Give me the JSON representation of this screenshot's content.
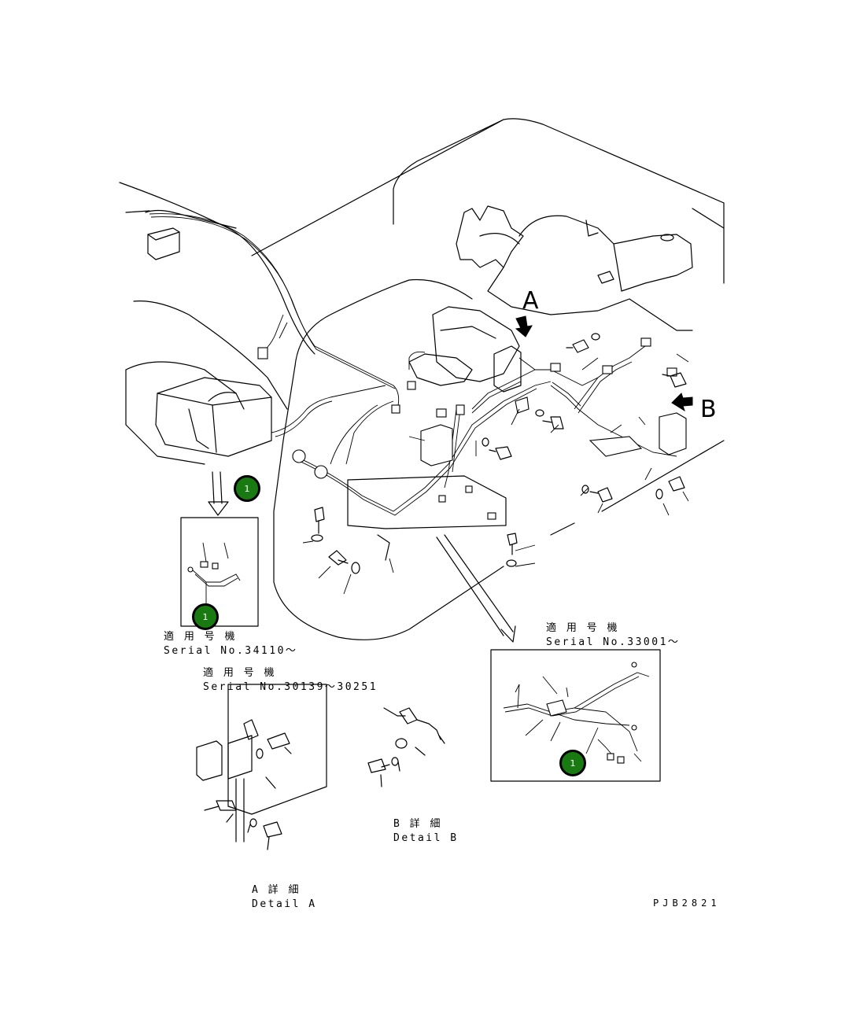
{
  "view_labels": {
    "a": "A",
    "b": "B"
  },
  "applicability": [
    {
      "jp": "適 用 号 機",
      "serial": "Serial No.34110～"
    },
    {
      "jp": "適 用 号 機",
      "serial": "Serial No.30139～30251"
    },
    {
      "jp": "適 用 号 機",
      "serial": "Serial No.33001～"
    }
  ],
  "details": {
    "a": {
      "jp": "A 詳 細",
      "en": "Detail A"
    },
    "b": {
      "jp": "B 詳 細",
      "en": "Detail B"
    }
  },
  "callouts": [
    "1",
    "1",
    "1"
  ],
  "drawing_number": "PJB2821",
  "colors": {
    "callout_fill": "#1a7a12",
    "line": "#000000",
    "background": "#ffffff"
  }
}
